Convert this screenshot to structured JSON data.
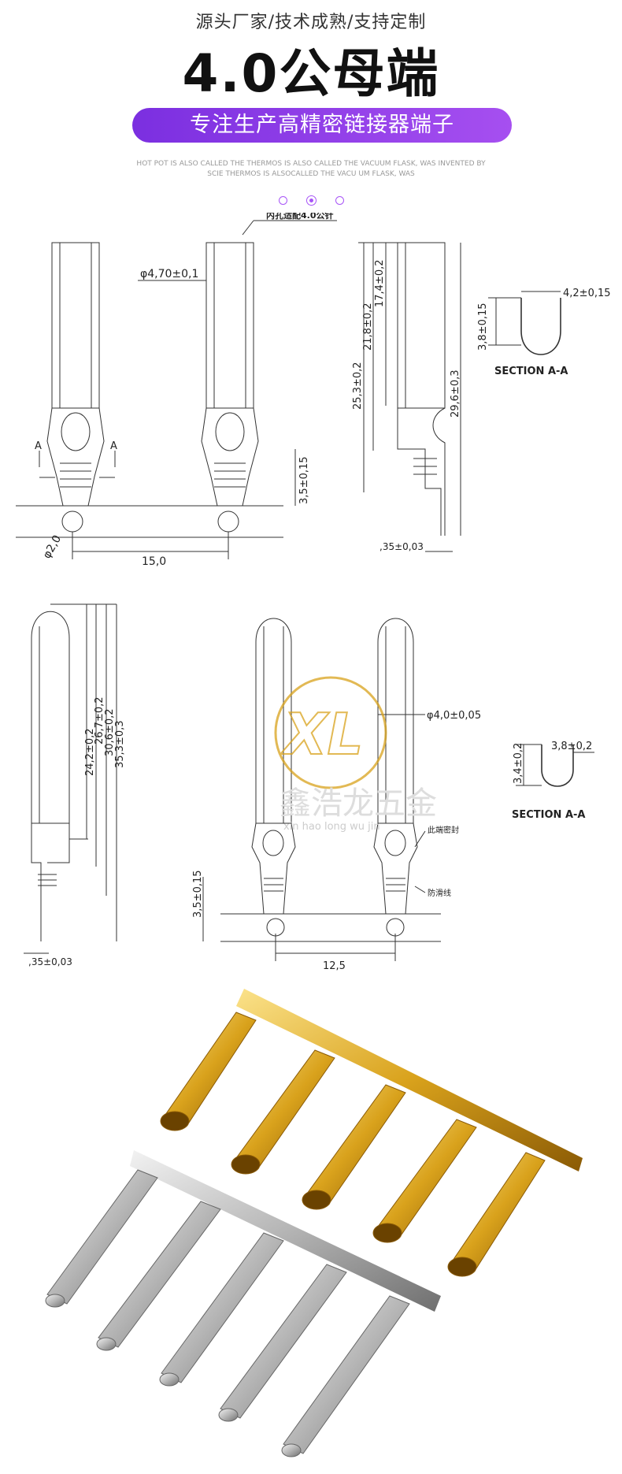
{
  "header": {
    "tagline": "源头厂家/技术成熟/支持定制",
    "title": "4.0公母端",
    "banner": "专注生产高精密链接器端子",
    "eng_line1": "HOT POT IS ALSO CALLED THE THERMOS IS ALSO CALLED THE VACUUM FLASK, WAS INVENTED BY",
    "eng_line2": "SCIE THERMOS IS ALSOCALLED THE VACU  UM FLASK, WAS"
  },
  "female_drawing": {
    "callout": "内孔适配4.0公针",
    "dia_outer": "φ4,70±0,1",
    "crimp_h": "3,5±0,15",
    "hole_dia": "φ2,0",
    "pitch": "15,0",
    "section_marker": "A",
    "dim1": "25,3±0,2",
    "dim2": "21,8±0,2",
    "dim3": "17,4±0,2",
    "dim4": "29,6±0,3",
    "thickness": ",35±0,03",
    "sec_h": "3,8±0,15",
    "sec_w": "4,2±0,15",
    "section_label": "SECTION  A-A"
  },
  "male_drawing": {
    "dim1": "24,2±0,2",
    "dim2": "26,7±0,2",
    "dim3": "30,6±0,2",
    "dim4": "35,3±0,3",
    "thickness": ",35±0,03",
    "pin_dia": "φ4,0±0,05",
    "crimp_h": "3,5±0,15",
    "pitch": "12,5",
    "note1": "此端密封",
    "note2": "防滑线",
    "sec_h": "3,4±0,2",
    "sec_w": "3,8±0,2",
    "section_label": "SECTION  A-A"
  },
  "watermark": {
    "cn": "鑫浩龙五金",
    "pinyin": "xin hao long wu jin"
  },
  "colors": {
    "accent": "#9b46ec",
    "gold": "#d9a21c",
    "silver": "#c8c8c8",
    "line": "#333333"
  }
}
